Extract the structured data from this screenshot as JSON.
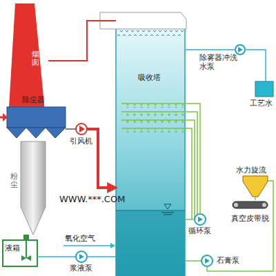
{
  "diagram": {
    "nodes": [
      {
        "text": [
          "烟囱"
        ]
      },
      {
        "text": [
          "吸收塔"
        ]
      },
      {
        "text": [
          "除尘器"
        ]
      },
      {
        "text": [
          "引风机"
        ]
      },
      {
        "text": [
          "粉尘"
        ]
      },
      {
        "text": [
          "液箱"
        ]
      },
      {
        "text": [
          "浆液泵"
        ]
      },
      {
        "text": [
          "除雾器冲洗 水泵"
        ]
      },
      {
        "text": [
          "工艺水"
        ]
      },
      {
        "text": [
          "循环泵"
        ]
      },
      {
        "text": [
          "水力旋流"
        ]
      },
      {
        "text": [
          "真空皮带脱"
        ]
      },
      {
        "text": [
          "石膏泵"
        ]
      }
    ],
    "edges": [
      {
        "from": 2,
        "to": 3,
        "arrow": "none"
      },
      {
        "from": 3,
        "to": 1,
        "arrow": "to"
      },
      {
        "from": 1,
        "to": 0,
        "arrow": "none"
      },
      {
        "from": 8,
        "to": 7,
        "arrow": "none"
      },
      {
        "from": 7,
        "to": 1,
        "arrow": "none"
      },
      {
        "from": 1,
        "to": 9,
        "arrow": "none"
      },
      {
        "from": 9,
        "to": 1,
        "arrow": "none"
      },
      {
        "from": 1,
        "to": 12,
        "arrow": "none"
      },
      {
        "from": 12,
        "to": 10,
        "arrow": "none"
      },
      {
        "from": 10,
        "to": 11,
        "arrow": "none"
      },
      {
        "from": 5,
        "to": 6,
        "arrow": "none"
      },
      {
        "from": 6,
        "to": 1,
        "arrow": "none"
      }
    ],
    "labels": [
      "WWW.***.COM",
      "氧化空气"
    ]
  }
}
